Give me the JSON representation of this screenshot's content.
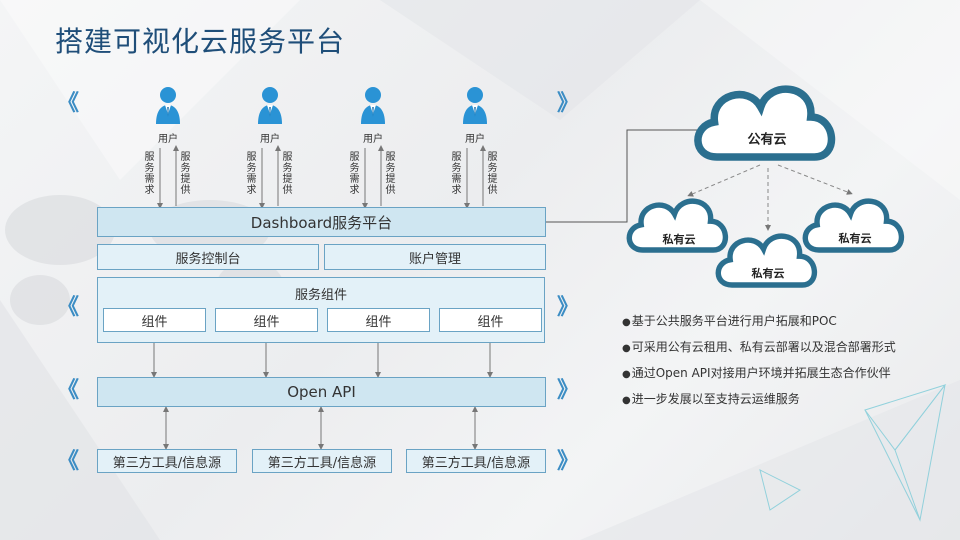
{
  "title": "搭建可视化云服务平台",
  "users": [
    {
      "label": "用户",
      "request": "服务需求",
      "provide": "服务提供"
    },
    {
      "label": "用户",
      "request": "服务需求",
      "provide": "服务提供"
    },
    {
      "label": "用户",
      "request": "服务需求",
      "provide": "服务提供"
    },
    {
      "label": "用户",
      "request": "服务需求",
      "provide": "服务提供"
    }
  ],
  "layers": {
    "dashboard": "Dashboard服务平台",
    "console": "服务控制台",
    "account": "账户管理",
    "components_title": "服务组件",
    "components": [
      "组件",
      "组件",
      "组件",
      "组件"
    ],
    "open_api": "Open API",
    "third_party": [
      "第三方工具/信息源",
      "第三方工具/信息源",
      "第三方工具/信息源"
    ]
  },
  "clouds": {
    "public": "公有云",
    "private": [
      "私有云",
      "私有云",
      "私有云"
    ]
  },
  "bullets": [
    "基于公共服务平台进行用户拓展和POC",
    "可采用公有云租用、私有云部署以及混合部署形式",
    "通过Open API对接用户环境并拓展生态合作伙伴",
    "进一步发展以至支持云运维服务"
  ],
  "bullet_marker": "●",
  "chevron_left": "《",
  "chevron_right": "》",
  "colors": {
    "title": "#1f4e79",
    "accent": "#3c8dc4",
    "box_border": "#6aa3c4",
    "box_fill": "#e3f1f8",
    "cloud_stroke": "#2b6f8f"
  }
}
